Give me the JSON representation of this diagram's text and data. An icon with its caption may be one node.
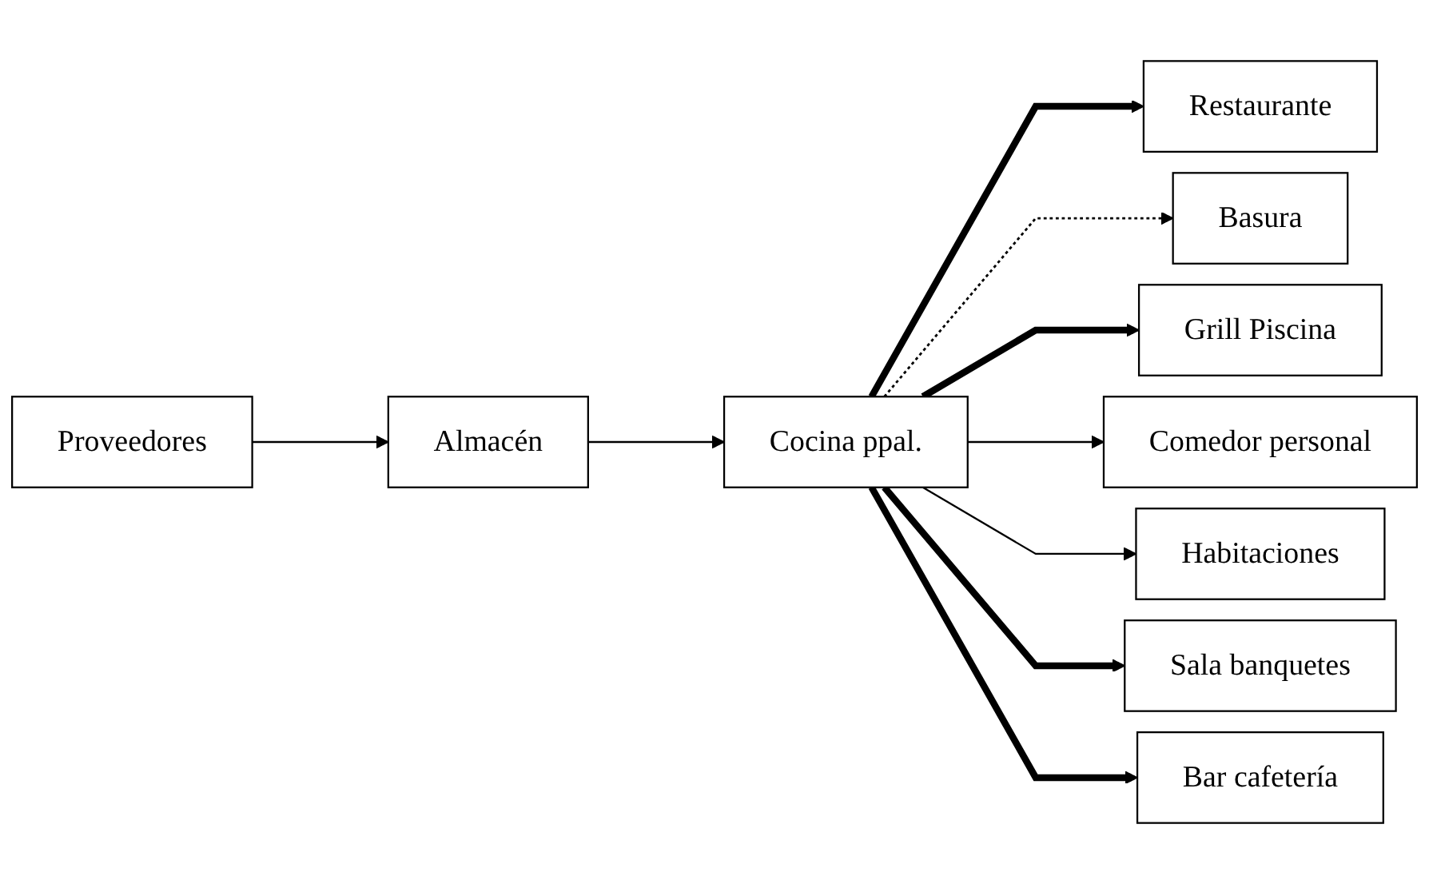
{
  "diagram": {
    "nodes": [
      {
        "text": [
          "Proveedores"
        ]
      },
      {
        "text": [
          "Almacén"
        ]
      },
      {
        "text": [
          "Cocina ppal."
        ]
      },
      {
        "text": [
          "Restaurante"
        ]
      },
      {
        "text": [
          "Basura"
        ]
      },
      {
        "text": [
          "Grill Piscina"
        ]
      },
      {
        "text": [
          "Comedor personal"
        ]
      },
      {
        "text": [
          "Habitaciones"
        ]
      },
      {
        "text": [
          "Sala banquetes"
        ]
      },
      {
        "text": [
          "Bar cafetería"
        ]
      }
    ],
    "edges": [
      {
        "from": 0,
        "to": 1,
        "arrow": "to"
      },
      {
        "from": 1,
        "to": 2,
        "arrow": "to"
      },
      {
        "from": 2,
        "to": 3,
        "arrow": "to",
        "style": "thick"
      },
      {
        "from": 2,
        "to": 4,
        "arrow": "to",
        "style": "dashed"
      },
      {
        "from": 2,
        "to": 5,
        "arrow": "to",
        "style": "thick"
      },
      {
        "from": 2,
        "to": 6,
        "arrow": "to"
      },
      {
        "from": 2,
        "to": 7,
        "arrow": "to"
      },
      {
        "from": 2,
        "to": 8,
        "arrow": "to",
        "style": "thick"
      },
      {
        "from": 2,
        "to": 9,
        "arrow": "to",
        "style": "thick"
      }
    ]
  }
}
